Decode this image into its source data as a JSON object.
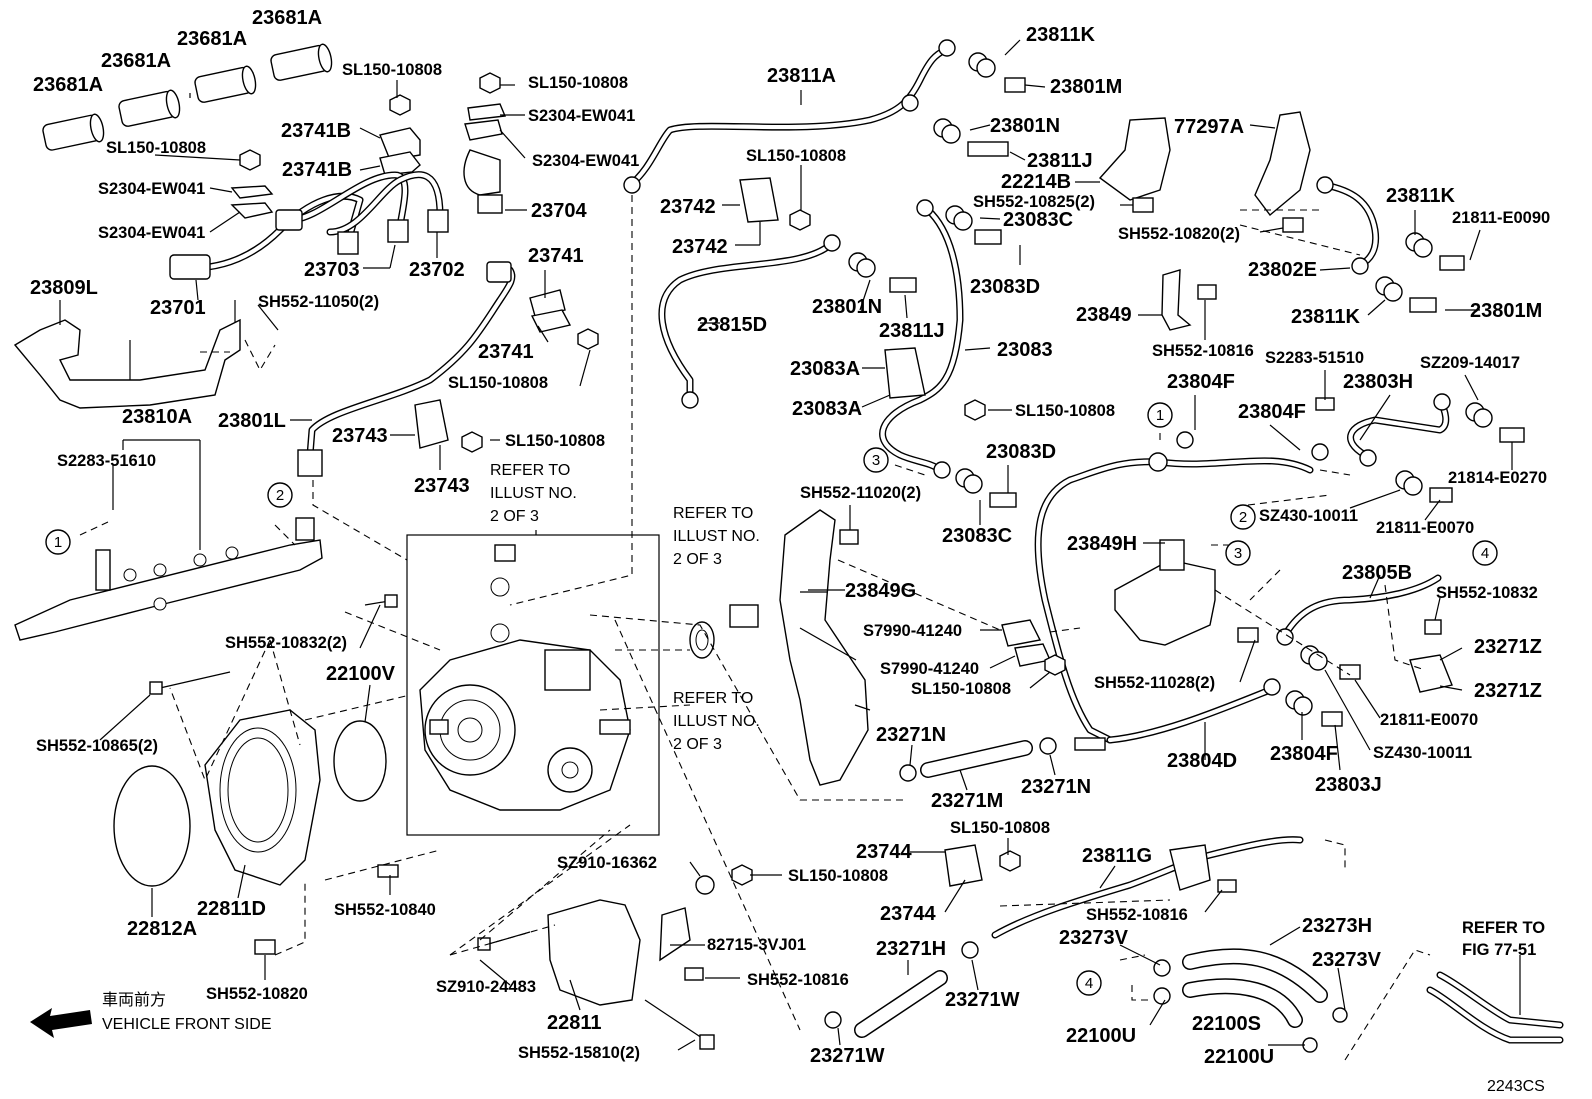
{
  "labels": {
    "p23681A_1": "23681A",
    "p23681A_2": "23681A",
    "p23681A_3": "23681A",
    "p23681A_4": "23681A",
    "sl150_a": "SL150-10808",
    "sl150_b": "SL150-10808",
    "sl150_c": "SL150-10808",
    "sl150_d": "SL150-10808",
    "sl150_e": "SL150-10808",
    "sl150_f": "SL150-10808",
    "sl150_g": "SL150-10808",
    "sl150_h": "SL150-10808",
    "sl150_i": "SL150-10808",
    "sl150_j": "SL150-10808",
    "s2304_a": "S2304-EW041",
    "s2304_b": "S2304-EW041",
    "s2304_c": "S2304-EW041",
    "s2304_d": "S2304-EW041",
    "p23741B_1": "23741B",
    "p23741B_2": "23741B",
    "p23704": "23704",
    "p23703": "23703",
    "p23702": "23702",
    "p23701": "23701",
    "p23809L": "23809L",
    "sh552_11050": "SH552-11050(2)",
    "p23741_1": "23741",
    "p23741_2": "23741",
    "p23810A": "23810A",
    "s2283_51610": "S2283-51610",
    "p23801L": "23801L",
    "p23743_1": "23743",
    "p23743_2": "23743",
    "p23811A": "23811A",
    "p23742_1": "23742",
    "p23742_2": "23742",
    "p23815D": "23815D",
    "p23811K_1": "23811K",
    "p23801M_1": "23801M",
    "p23801N_1": "23801N",
    "p23811J_1": "23811J",
    "p22214B": "22214B",
    "sh552_10825": "SH552-10825(2)",
    "p23083C_1": "23083C",
    "p23083D_1": "23083D",
    "p77297A": "77297A",
    "sh552_10820_2": "SH552-10820(2)",
    "p23811K_2": "23811K",
    "p21811_E0090": "21811-E0090",
    "p23802E": "23802E",
    "p23811K_3": "23811K",
    "p23801M_2": "23801M",
    "p23801N_2": "23801N",
    "p23811J_2": "23811J",
    "p23083": "23083",
    "p23849": "23849",
    "sh552_10816_a": "SH552-10816",
    "p23083A_1": "23083A",
    "p23083A_2": "23083A",
    "s2283_51510": "S2283-51510",
    "p23804F_1": "23804F",
    "p23804F_2": "23804F",
    "p23803H": "23803H",
    "sz209_14017": "SZ209-14017",
    "p21814_E0270": "21814-E0270",
    "p21811_E0070_1": "21811-E0070",
    "sz430_10011_1": "SZ430-10011",
    "p23083D_2": "23083D",
    "p23083C_2": "23083C",
    "sh552_11020": "SH552-11020(2)",
    "p23849G": "23849G",
    "p23849H": "23849H",
    "p23805B": "23805B",
    "sh552_10832_a": "SH552-10832",
    "p23271Z_1": "23271Z",
    "p23271Z_2": "23271Z",
    "s7990_41240_1": "S7990-41240",
    "s7990_41240_2": "S7990-41240",
    "sh552_11028": "SH552-11028(2)",
    "p21811_E0070_2": "21811-E0070",
    "sz430_10011_2": "SZ430-10011",
    "p23804D": "23804D",
    "p23804F_3": "23804F",
    "p23803J": "23803J",
    "p23271N_1": "23271N",
    "p23271N_2": "23271N",
    "p23271M": "23271M",
    "sh552_10832_2": "SH552-10832(2)",
    "p22100V": "22100V",
    "sh552_10865": "SH552-10865(2)",
    "p22812A": "22812A",
    "p22811D": "22811D",
    "sh552_10840": "SH552-10840",
    "sh552_10820": "SH552-10820",
    "p23744_1": "23744",
    "p23744_2": "23744",
    "p23811G": "23811G",
    "sh552_10816_b": "SH552-10816",
    "sz910_16362": "SZ910-16362",
    "p82715_3VJ01": "82715-3VJ01",
    "sh552_10816_c": "SH552-10816",
    "sz910_24483": "SZ910-24483",
    "p22811": "22811",
    "sh552_15810": "SH552-15810(2)",
    "p23271H": "23271H",
    "p23271W_1": "23271W",
    "p23271W_2": "23271W",
    "p23273H": "23273H",
    "p23273V_1": "23273V",
    "p23273V_2": "23273V",
    "p22100S": "22100S",
    "p22100U_1": "22100U",
    "p22100U_2": "22100U"
  },
  "refs": {
    "ref1_l1": "REFER TO",
    "ref1_l2": "ILLUST NO.",
    "ref1_l3": "2 OF 3",
    "ref2_l1": "REFER TO",
    "ref2_l2": "ILLUST NO.",
    "ref2_l3": "2 OF 3",
    "ref3_l1": "REFER TO",
    "ref3_l2": "ILLUST NO.",
    "ref3_l3": "2 OF 3",
    "fig_l1": "REFER TO",
    "fig_l2": "FIG 77-51"
  },
  "circles": {
    "c1a": "1",
    "c2a": "2",
    "c1b": "1",
    "c3a": "3",
    "c2b": "2",
    "c3b": "3",
    "c4a": "4",
    "c4b": "4"
  },
  "footer": {
    "front_jp": "車両前方",
    "front_en": "VEHICLE FRONT SIDE",
    "code": "2243CS"
  }
}
